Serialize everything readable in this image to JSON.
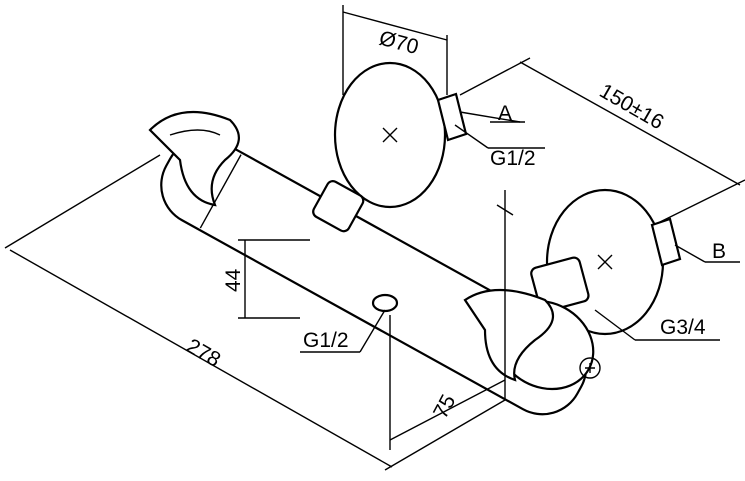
{
  "drawing": {
    "title": "Thermostatic shower mixer dimension drawing",
    "labels": {
      "flange_diameter": "Ø70",
      "port_a": "A",
      "port_b": "B",
      "centre_distance": "150±16",
      "inlet_a_thread": "G1/2",
      "outlet_thread": "G1/2",
      "inlet_b_thread": "G3/4",
      "body_height": "44",
      "body_length": "278",
      "outlet_offset": "75"
    },
    "colors": {
      "line": "#000000",
      "background": "#ffffff"
    }
  }
}
